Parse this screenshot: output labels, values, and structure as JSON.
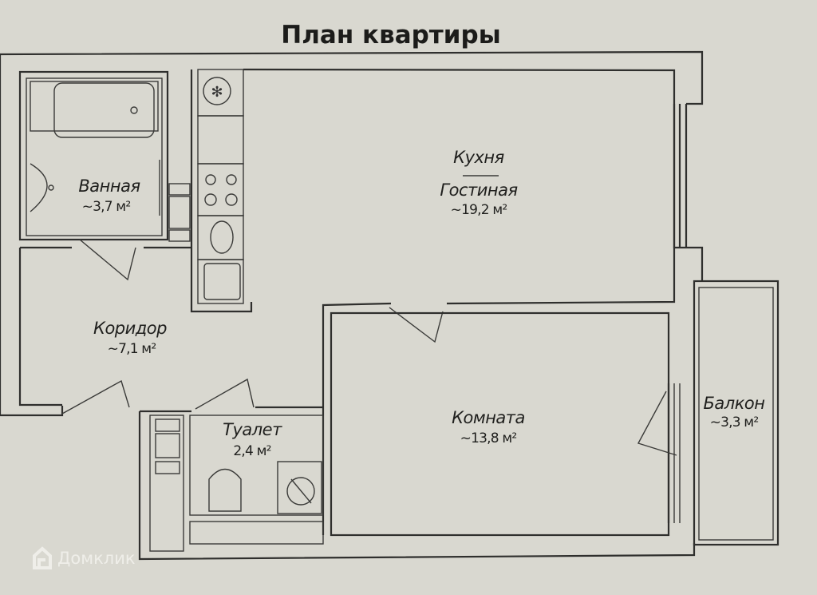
{
  "title": "План квартиры",
  "rooms": {
    "bathroom": {
      "name": "Ванная",
      "area": "~3,7 м²"
    },
    "kitchen": {
      "name_top": "Кухня",
      "name_bottom": "Гостиная",
      "area": "~19,2 м²"
    },
    "corridor": {
      "name": "Коридор",
      "area": "~7,1 м²"
    },
    "toilet": {
      "name": "Туалет",
      "area": "2,4 м²"
    },
    "room": {
      "name": "Комната",
      "area": "~13,8 м²"
    },
    "balcony": {
      "name": "Балкон",
      "area": "~3,3 м²"
    }
  },
  "watermark": {
    "text": "Домклик",
    "icon": "house-icon"
  },
  "colors": {
    "background": "#d9d8d0",
    "lines": "#2f2f2d"
  }
}
